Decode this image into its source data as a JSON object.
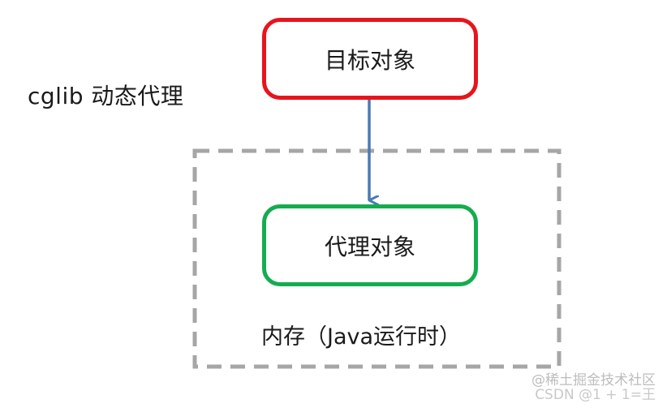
{
  "diagram": {
    "title": "cglib 动态代理",
    "target_label": "目标对象",
    "proxy_label": "代理对象",
    "memory_label": "内存（Java运行时）",
    "colors": {
      "target_border": "#e8141c",
      "proxy_border": "#15ac4f",
      "arrow": "#4a7ab5",
      "memory_border": "#a6a6a6"
    }
  },
  "watermark": {
    "line1": "@稀土掘金技术社区",
    "line2": "CSDN @1 + 1=王"
  }
}
